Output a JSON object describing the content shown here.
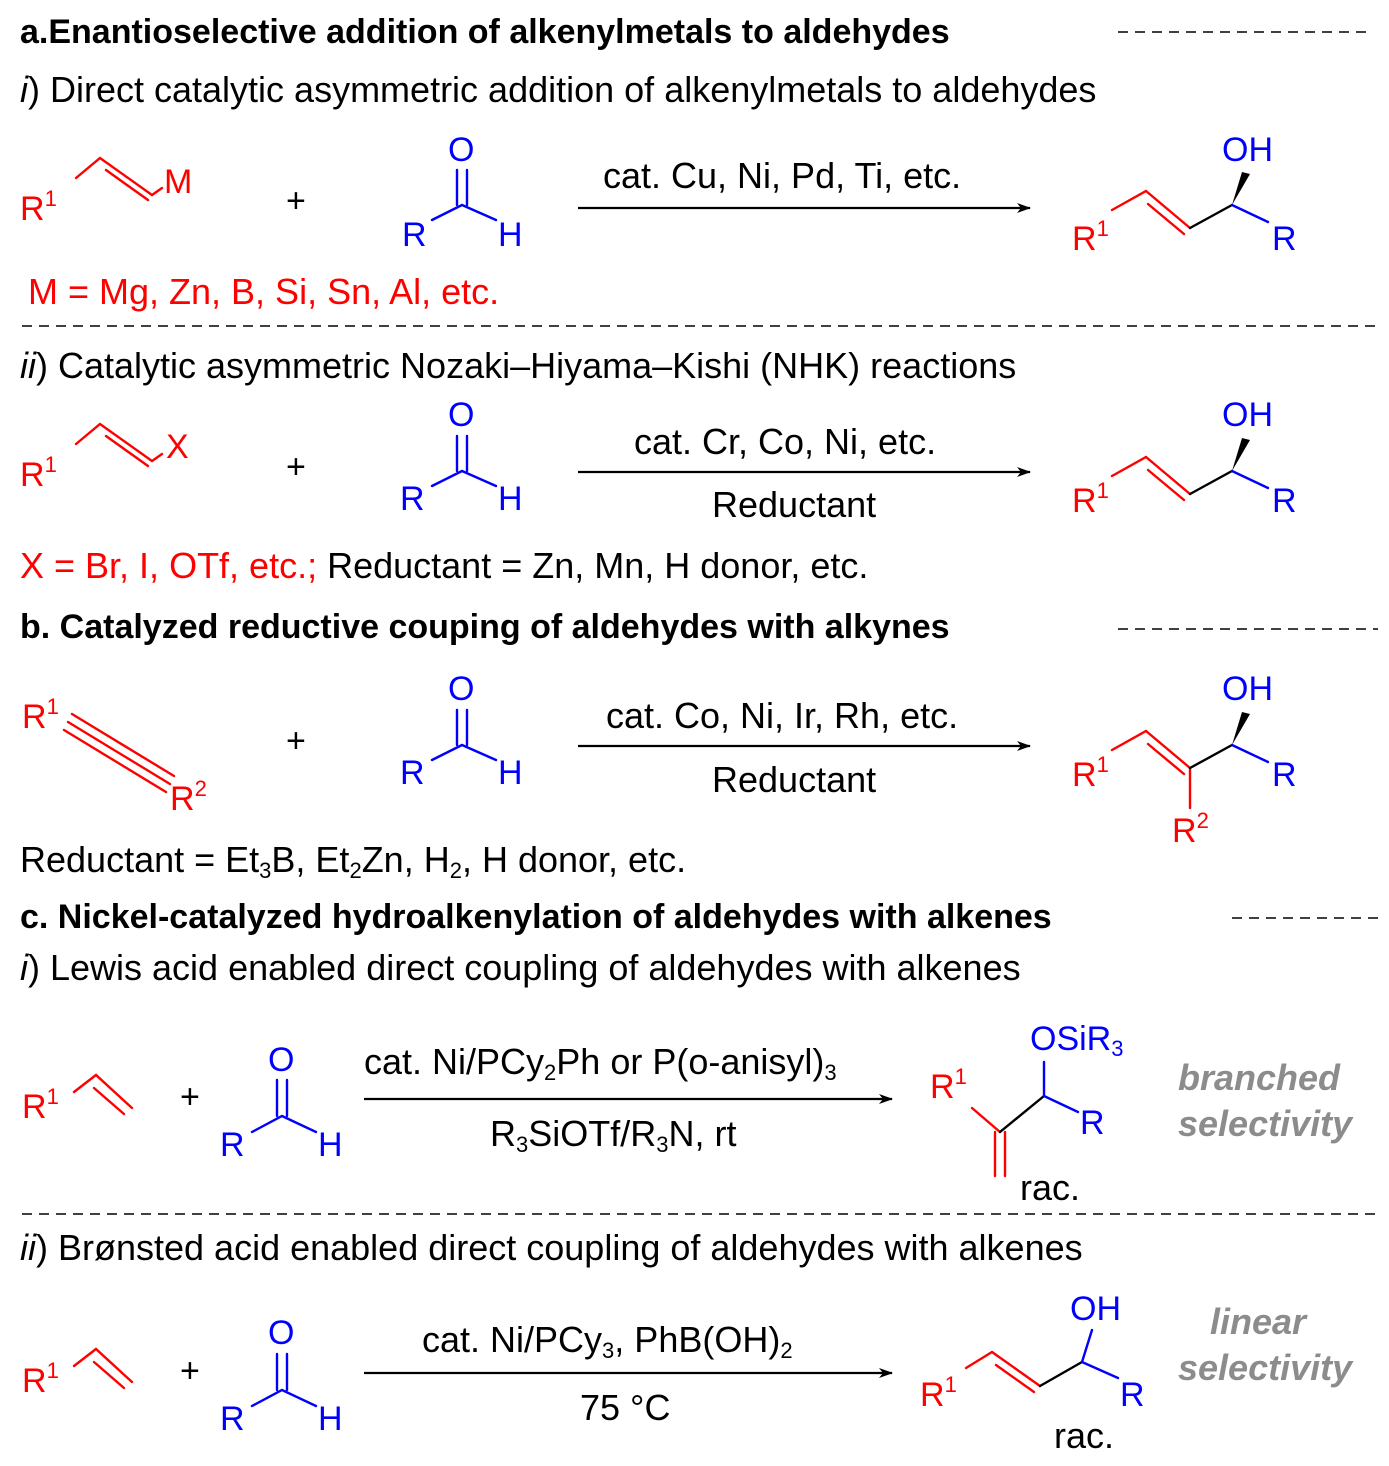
{
  "section_a": {
    "title": "a.Enantioselective addition of alkenylmetals to aldehydes",
    "i": {
      "label": "i",
      "text": ") Direct catalytic asymmetric addition of alkenylmetals to aldehydes",
      "metal": "M",
      "conditions": "cat. Cu, Ni, Pd, Ti, etc.",
      "footnote": "M = Mg, Zn, B, Si, Sn, Al, etc."
    },
    "ii": {
      "label": "ii",
      "text": ") Catalytic asymmetric Nozaki–Hiyama–Kishi (NHK) reactions",
      "halide": "X",
      "conditions": "cat. Cr, Co, Ni, etc.",
      "reagent": "Reductant",
      "footnote_red": "X = Br, I, OTf, etc.;",
      "footnote_black": " Reductant = Zn, Mn, H donor, etc."
    }
  },
  "section_b": {
    "title": "b. Catalyzed reductive couping of aldehydes with alkynes",
    "conditions": "cat. Co, Ni, Ir, Rh, etc.",
    "reagent": "Reductant",
    "footnote": {
      "p1": "Reductant = Et",
      "s1": "3",
      "p2": "B, Et",
      "s2": "2",
      "p3": "Zn, H",
      "s3": "2",
      "p4": ", H donor, etc."
    }
  },
  "section_c": {
    "title": "c. Nickel-catalyzed hydroalkenylation of aldehydes with alkenes",
    "i": {
      "label": "i",
      "text": ") Lewis acid enabled direct coupling of aldehydes with alkenes",
      "cond_top": {
        "p1": "cat. Ni/PCy",
        "s1": "2",
        "p2": "Ph or P(o-anisyl)",
        "s2": "3"
      },
      "cond_bottom": {
        "p1": "R",
        "s1": "3",
        "p2": "SiOTf/R",
        "s2": "3",
        "p3": "N, rt"
      },
      "silyl": {
        "p1": "OSiR",
        "s1": "3"
      },
      "rac": "rac.",
      "selectivity": [
        "branched",
        "selectivity"
      ]
    },
    "ii": {
      "label": "ii",
      "text": ") Brønsted acid enabled direct coupling of aldehydes with alkenes",
      "cond_top": {
        "p1": "cat. Ni/PCy",
        "s1": "3",
        "p2": ", PhB(OH)",
        "s2": "2"
      },
      "cond_bottom": "75 °C",
      "rac": "rac.",
      "selectivity": [
        "linear",
        "selectivity"
      ]
    }
  },
  "atoms": {
    "R": "R",
    "R1": "1",
    "R2": "2",
    "O": "O",
    "H": "H",
    "OH": "OH",
    "plus": "+"
  },
  "colors": {
    "substrate": "#ff0000",
    "aldehyde": "#0000ff",
    "selectivity": "#8c8c8c",
    "text": "#000000"
  }
}
